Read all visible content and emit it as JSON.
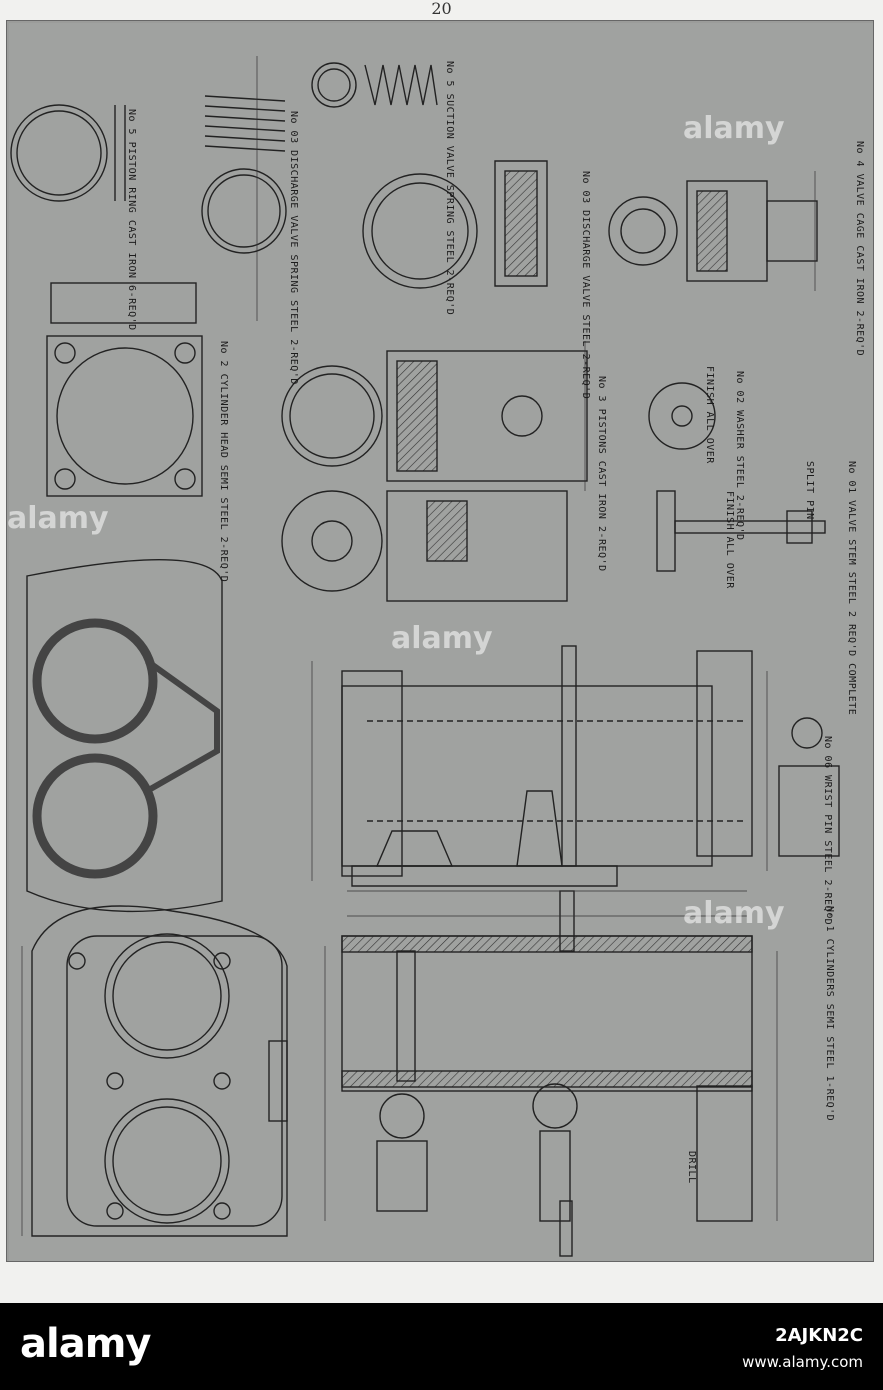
{
  "page": {
    "number": "20"
  },
  "labels": {
    "cylinders": "No 1 CYLINDERS SEMI STEEL 1-REQ'D",
    "cylinder_head": "No 2 CYLINDER HEAD SEMI STEEL 2-REQ'D",
    "pistons": "No 3 PISTONS CAST IRON 2-REQ'D",
    "valve_cage": "No 4 VALVE CAGE CAST IRON 2-REQ'D",
    "piston_ring": "No 5 PISTON RING CAST IRON 6-REQ'D",
    "valve_stem": "No 01 VALVE STEM STEEL 2 REQ'D COMPLETE",
    "washer": "No 02 WASHER STEEL 2-REQ'D",
    "discharge_valve": "No 03 DISCHARGE VALVE STEEL 2-REQ'D",
    "discharge_valve_spring": "No 03 DISCHARGE VALVE SPRING STEEL 2-REQ'D",
    "suction_valve_spring": "No 5 SUCTION VALVE SPRING STEEL 2-REQ'D",
    "wrist_pin": "No 06 WRIST PIN STEEL 2-REQ'D",
    "finish_all_over_a": "FINISH ALL OVER",
    "finish_all_over_b": "FINISH ALL OVER",
    "split_pin": "SPLIT PIN",
    "drill": "DRILL"
  },
  "watermarks": [
    "alamy",
    "alamy",
    "alamy",
    "alamy",
    "alamy"
  ],
  "footer": {
    "logo": "alamy",
    "image_id": "2AJKN2C",
    "url": "www.alamy.com"
  }
}
